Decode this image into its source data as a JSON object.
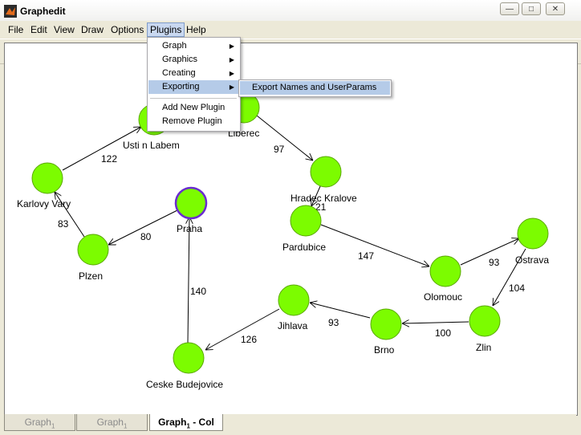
{
  "window": {
    "title": "Graphedit",
    "minimize_glyph": "—",
    "maximize_glyph": "□",
    "close_glyph": "✕"
  },
  "menubar": {
    "items": [
      {
        "label": "File"
      },
      {
        "label": "Edit"
      },
      {
        "label": "View"
      },
      {
        "label": "Draw"
      },
      {
        "label": "Options"
      },
      {
        "label": "Plugins"
      },
      {
        "label": "Help"
      }
    ]
  },
  "toolbar": {
    "icons": [
      "new-file-icon",
      "open-folder-icon",
      "save-icon",
      "matlab-icon",
      "matlab-alt-icon",
      "cut-icon",
      "copy-icon",
      "zoom-icon",
      "delete-icon",
      "info-icon",
      "help-icon"
    ]
  },
  "plugins_menu": {
    "items": [
      {
        "label": "Graph",
        "submenu": true
      },
      {
        "label": "Graphics",
        "submenu": true
      },
      {
        "label": "Creating",
        "submenu": true
      },
      {
        "label": "Exporting",
        "submenu": true,
        "highlighted": true
      },
      {
        "label": "Add New Plugin",
        "submenu": false
      },
      {
        "label": "Remove Plugin",
        "submenu": false
      }
    ],
    "exporting_submenu": {
      "label": "Export Names and UserParams"
    }
  },
  "graph": {
    "node_color": "#7cfc00",
    "selected_border_color": "#6a2bd0",
    "nodes": [
      {
        "label": "Usti n Labem"
      },
      {
        "label": "Liberec"
      },
      {
        "label": "Karlovy Vary"
      },
      {
        "label": "Praha",
        "selected": true
      },
      {
        "label": "Hradec Kralove"
      },
      {
        "label": "Pardubice"
      },
      {
        "label": "Plzen"
      },
      {
        "label": "Olomouc"
      },
      {
        "label": "Ostrava"
      },
      {
        "label": "Jihlava"
      },
      {
        "label": "Brno"
      },
      {
        "label": "Zlin"
      },
      {
        "label": "Ceske Budejovice"
      }
    ],
    "edges": [
      {
        "label": "122"
      },
      {
        "label": "97"
      },
      {
        "label": "83"
      },
      {
        "label": "80"
      },
      {
        "label": "21"
      },
      {
        "label": "147"
      },
      {
        "label": "93"
      },
      {
        "label": "104"
      },
      {
        "label": "140"
      },
      {
        "label": "126"
      },
      {
        "label": "93"
      },
      {
        "label": "100"
      }
    ]
  },
  "tabs": [
    {
      "label": "Graph",
      "sub": "1"
    },
    {
      "label": "Graph",
      "sub": "1"
    },
    {
      "label": "Graph",
      "sub": "1",
      "suffix": " - Col",
      "active": true
    }
  ]
}
